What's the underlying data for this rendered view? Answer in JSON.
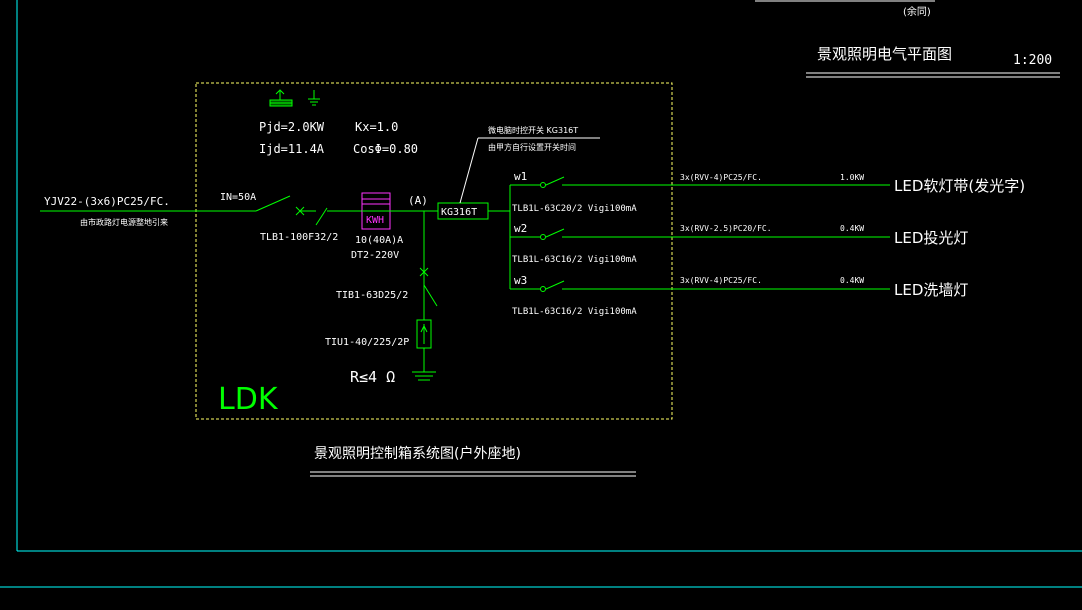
{
  "colors": {
    "background": "#000000",
    "wire": "#00ff00",
    "text": "#ffffff",
    "panel_border": "#ffff66",
    "meter": "#ff33ff",
    "frame": "#00ffff"
  },
  "top_note": "(余同)",
  "plan_title": "景观照明电气平面图",
  "plan_scale": "1:200",
  "incoming": {
    "cable": "YJV22-(3x6)PC25/FC.",
    "note": "由市政路灯电源整地引来"
  },
  "panel": {
    "name": "LDK",
    "pjd": "Pjd=2.0KW",
    "ijd": "Ijd=11.4A",
    "kx": "Kx=1.0",
    "cos": "CosΦ=0.80",
    "in_rating": "IN=50A",
    "main_breaker": "TLB1-100F32/2",
    "meter_label": "KWH",
    "meter_spec": "10(40A)A",
    "meter_model": "DT2-220V",
    "phase": "(A)",
    "controller": "KG316T",
    "controller_note1": "微电脑时控开关 KG316T",
    "controller_note2": "由甲方自行设置开关时间",
    "surge_breaker": "TIB1-63D25/2",
    "surge_protector": "TIU1-40/225/2P",
    "ground": "R≤4 Ω"
  },
  "circuits": [
    {
      "id": "w1",
      "breaker": "TLB1L-63C20/2 Vigi100mA",
      "cable": "3x(RVV-4)PC25/FC.",
      "power": "1.0KW",
      "load": "LED软灯带(发光字)"
    },
    {
      "id": "w2",
      "breaker": "TLB1L-63C16/2 Vigi100mA",
      "cable": "3x(RVV-2.5)PC20/FC.",
      "power": "0.4KW",
      "load": "LED投光灯"
    },
    {
      "id": "w3",
      "breaker": "TLB1L-63C16/2 Vigi100mA",
      "cable": "3x(RVV-4)PC25/FC.",
      "power": "0.4KW",
      "load": "LED洗墙灯"
    }
  ],
  "system_title": "景观照明控制箱系统图(户外座地)"
}
